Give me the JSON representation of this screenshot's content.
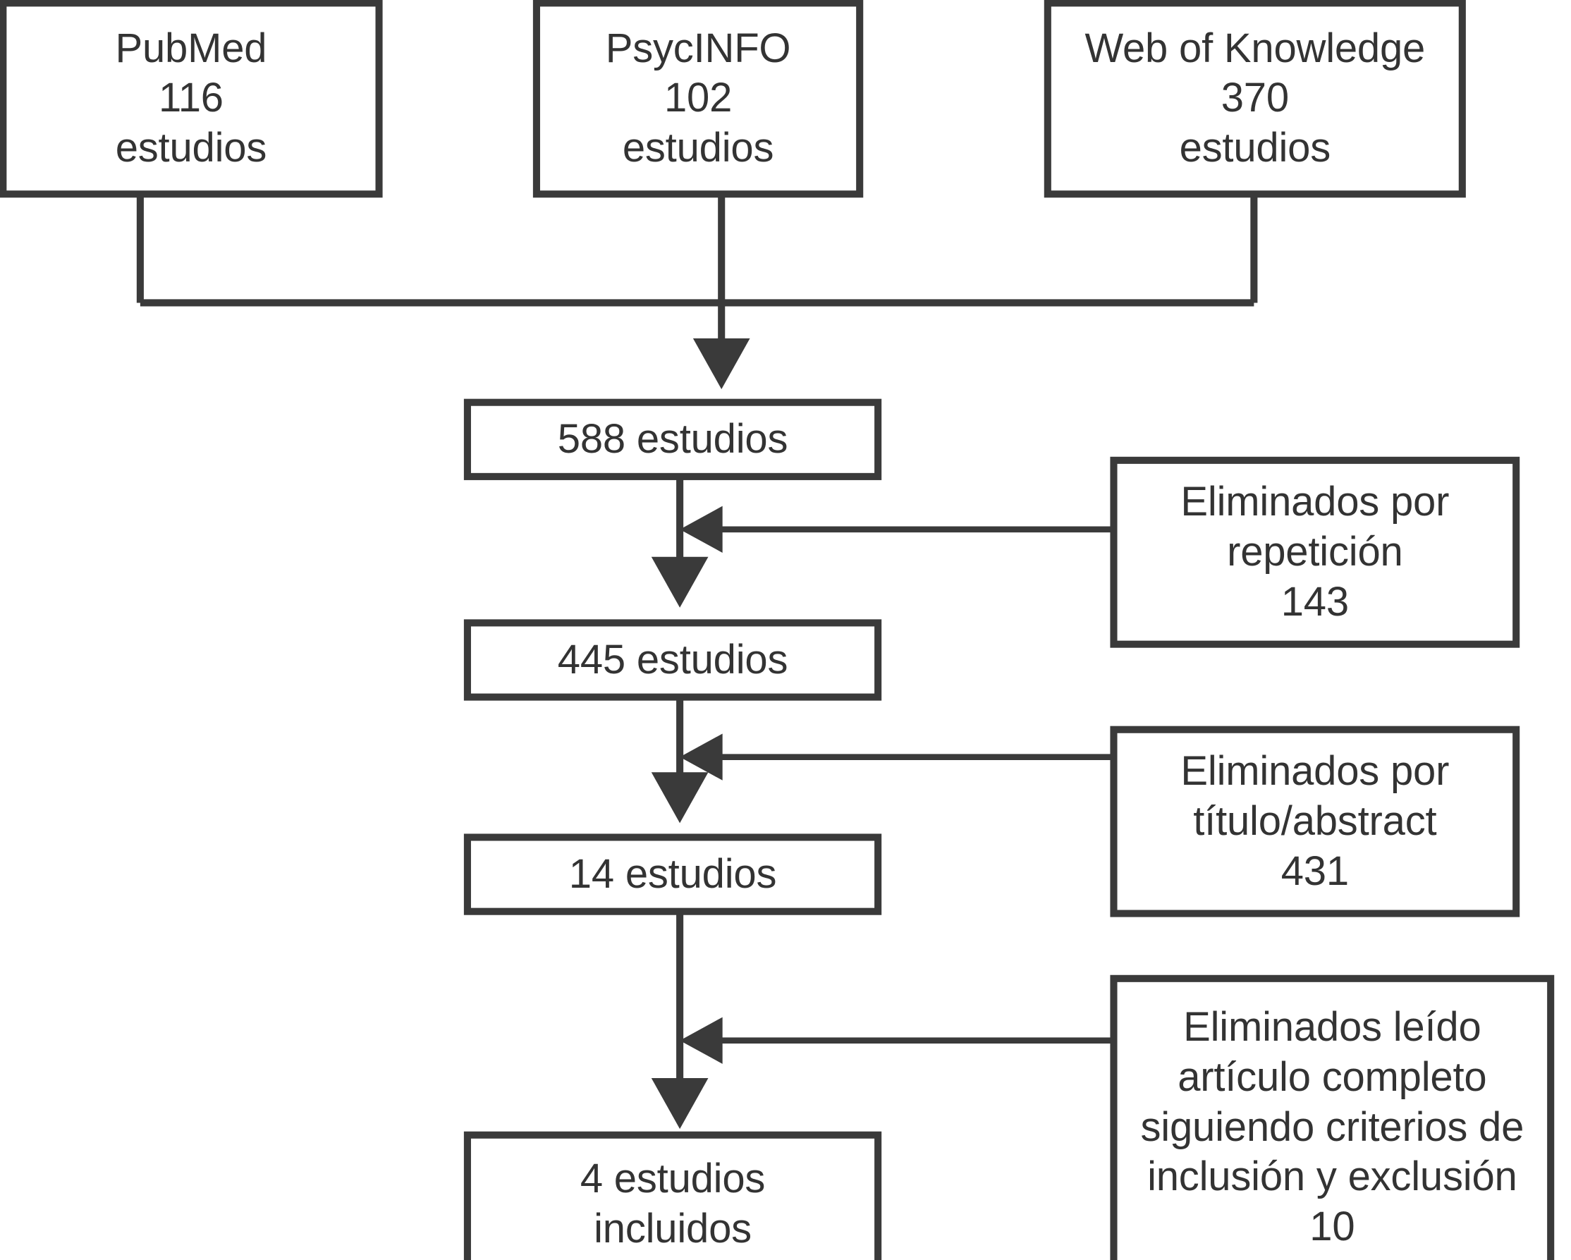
{
  "diagram": {
    "type": "prisma-flow-diagram",
    "title": "",
    "language": "es",
    "colors": {
      "stroke": "#3a3a3a",
      "text": "#333333",
      "background": "#ffffff"
    },
    "sources": [
      {
        "id": "pubmed",
        "name": "PubMed",
        "count": "116",
        "unit": "estudios",
        "lines": [
          "PubMed",
          "116",
          "estudios"
        ]
      },
      {
        "id": "psycinfo",
        "name": "PsycINFO",
        "count": "102",
        "unit": "estudios",
        "lines": [
          "PsycINFO",
          "102",
          "estudios"
        ]
      },
      {
        "id": "web-of-knowledge",
        "name": "Web of Knowledge",
        "count": "370",
        "unit": "estudios",
        "lines": [
          "Web of Knowledge",
          "370",
          "estudios"
        ]
      }
    ],
    "stages": [
      {
        "id": "identified",
        "count": "588",
        "unit": "estudios",
        "lines": [
          "588 estudios"
        ]
      },
      {
        "id": "after-duplicates",
        "count": "445",
        "unit": "estudios",
        "lines": [
          "445 estudios"
        ]
      },
      {
        "id": "after-title-abstract",
        "count": "14",
        "unit": "estudios",
        "lines": [
          "14 estudios"
        ]
      },
      {
        "id": "included",
        "count": "4",
        "unit": "estudios incluidos",
        "lines": [
          "4 estudios",
          "incluidos"
        ]
      }
    ],
    "exclusions": [
      {
        "id": "duplicates",
        "reason": "Eliminados por repetición",
        "count": "143",
        "lines": [
          "Eliminados por",
          "repetición",
          "143"
        ]
      },
      {
        "id": "title-abstract",
        "reason": "Eliminados por título/abstract",
        "count": "431",
        "lines": [
          "Eliminados por",
          "título/abstract",
          "431"
        ]
      },
      {
        "id": "full-text",
        "reason": "Eliminados leído artículo completo siguiendo criterios de inclusión y exclusión",
        "count": "10",
        "lines": [
          "Eliminados leído",
          "artículo completo",
          "siguiendo criterios de",
          "inclusión y exclusión",
          "10"
        ]
      }
    ]
  }
}
